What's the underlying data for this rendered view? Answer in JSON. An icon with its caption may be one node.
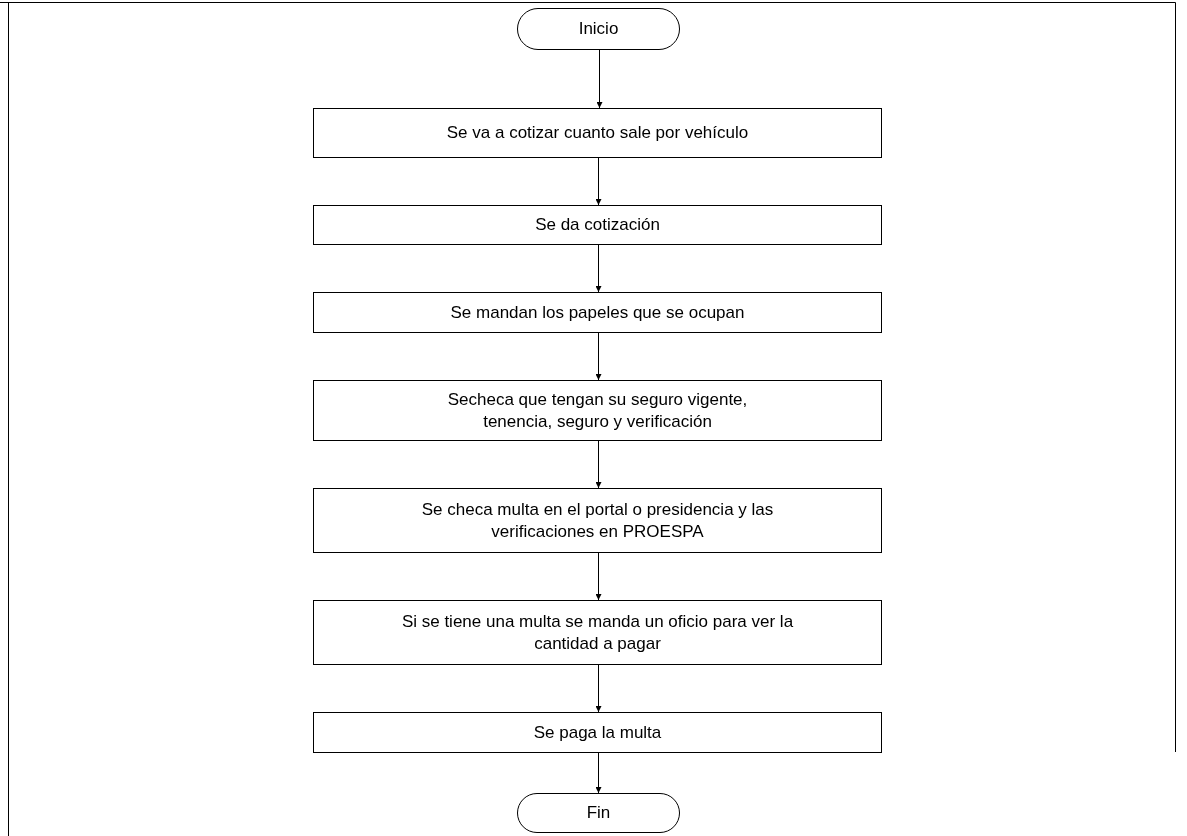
{
  "diagram": {
    "nodes": [
      {
        "text": [
          "Inicio"
        ]
      },
      {
        "text": [
          "Se va a cotizar cuanto sale por vehículo"
        ]
      },
      {
        "text": [
          "Se da cotización"
        ]
      },
      {
        "text": [
          "Se mandan los papeles que se ocupan"
        ]
      },
      {
        "text": [
          "Secheca que tengan su seguro vigente, tenencia, seguro y verificación"
        ]
      },
      {
        "text": [
          "Se checa multa en el portal o presidencia  y las verificaciones en PROESPA"
        ]
      },
      {
        "text": [
          "Si se tiene una multa se manda un oficio para ver la cantidad a pagar"
        ]
      },
      {
        "text": [
          "Se paga la multa"
        ]
      },
      {
        "text": [
          "Fin"
        ]
      }
    ],
    "edges": [
      {
        "from": 0,
        "to": 1,
        "arrow": "to"
      },
      {
        "from": 1,
        "to": 2,
        "arrow": "to"
      },
      {
        "from": 2,
        "to": 3,
        "arrow": "to"
      },
      {
        "from": 3,
        "to": 4,
        "arrow": "to"
      },
      {
        "from": 4,
        "to": 5,
        "arrow": "to"
      },
      {
        "from": 5,
        "to": 6,
        "arrow": "to"
      },
      {
        "from": 6,
        "to": 7,
        "arrow": "to"
      },
      {
        "from": 7,
        "to": 8,
        "arrow": "to"
      }
    ]
  }
}
